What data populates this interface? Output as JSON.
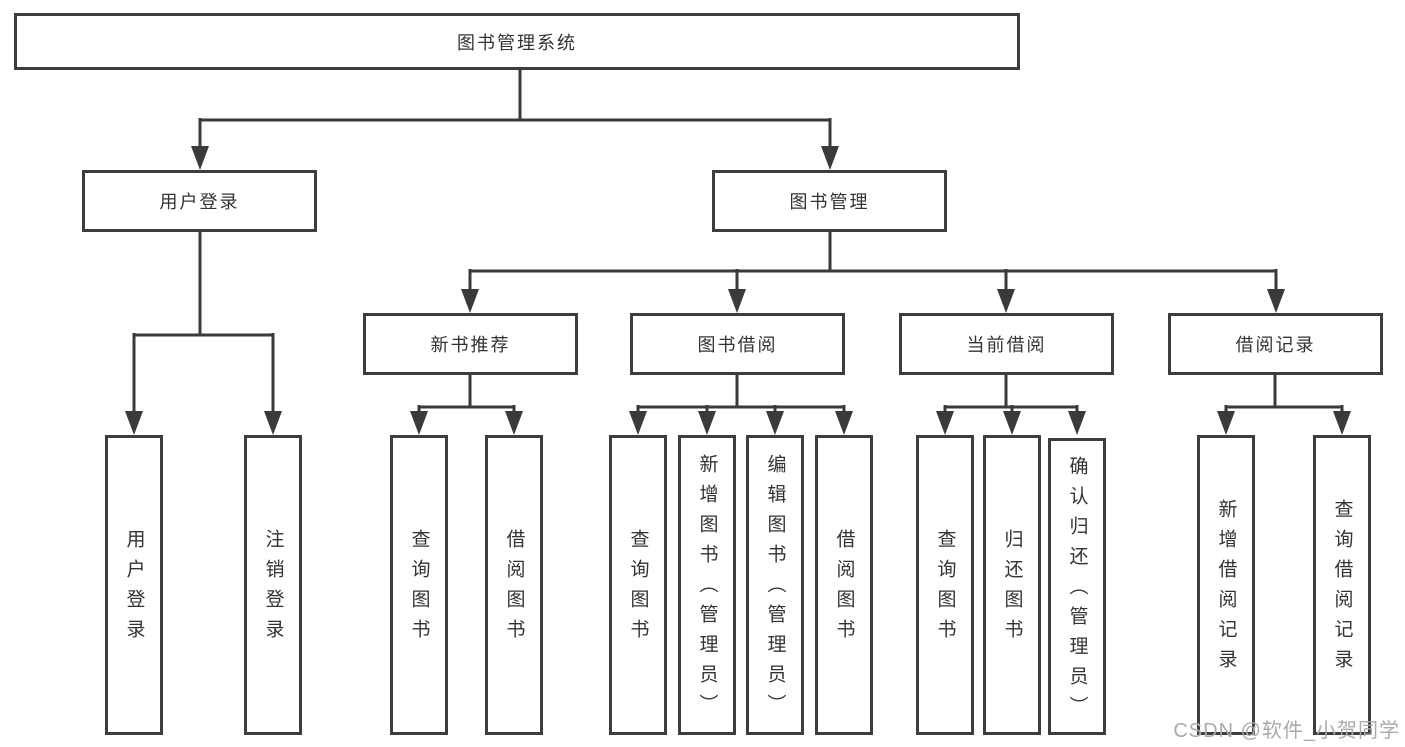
{
  "diagram": {
    "root": {
      "label": "图书管理系统"
    },
    "branches": [
      {
        "label": "用户登录",
        "leaves": [
          "用户登录",
          "注销登录"
        ]
      },
      {
        "label": "图书管理",
        "sections": [
          {
            "label": "新书推荐",
            "leaves": [
              "查询图书",
              "借阅图书"
            ]
          },
          {
            "label": "图书借阅",
            "leaves": [
              "查询图书",
              "新增图书（管理员）",
              "编辑图书（管理员）",
              "借阅图书"
            ]
          },
          {
            "label": "当前借阅",
            "leaves": [
              "查询图书",
              "归还图书",
              "确认归还（管理员）"
            ]
          },
          {
            "label": "借阅记录",
            "leaves": [
              "新增借阅记录",
              "查询借阅记录"
            ]
          }
        ]
      }
    ]
  },
  "watermark": "CSDN @软件_小贺同学",
  "colors": {
    "line": "#3a3a3a",
    "border": "#3d3d3d",
    "text": "#333333",
    "watermark": "#aaaaaa",
    "background": "#ffffff"
  }
}
